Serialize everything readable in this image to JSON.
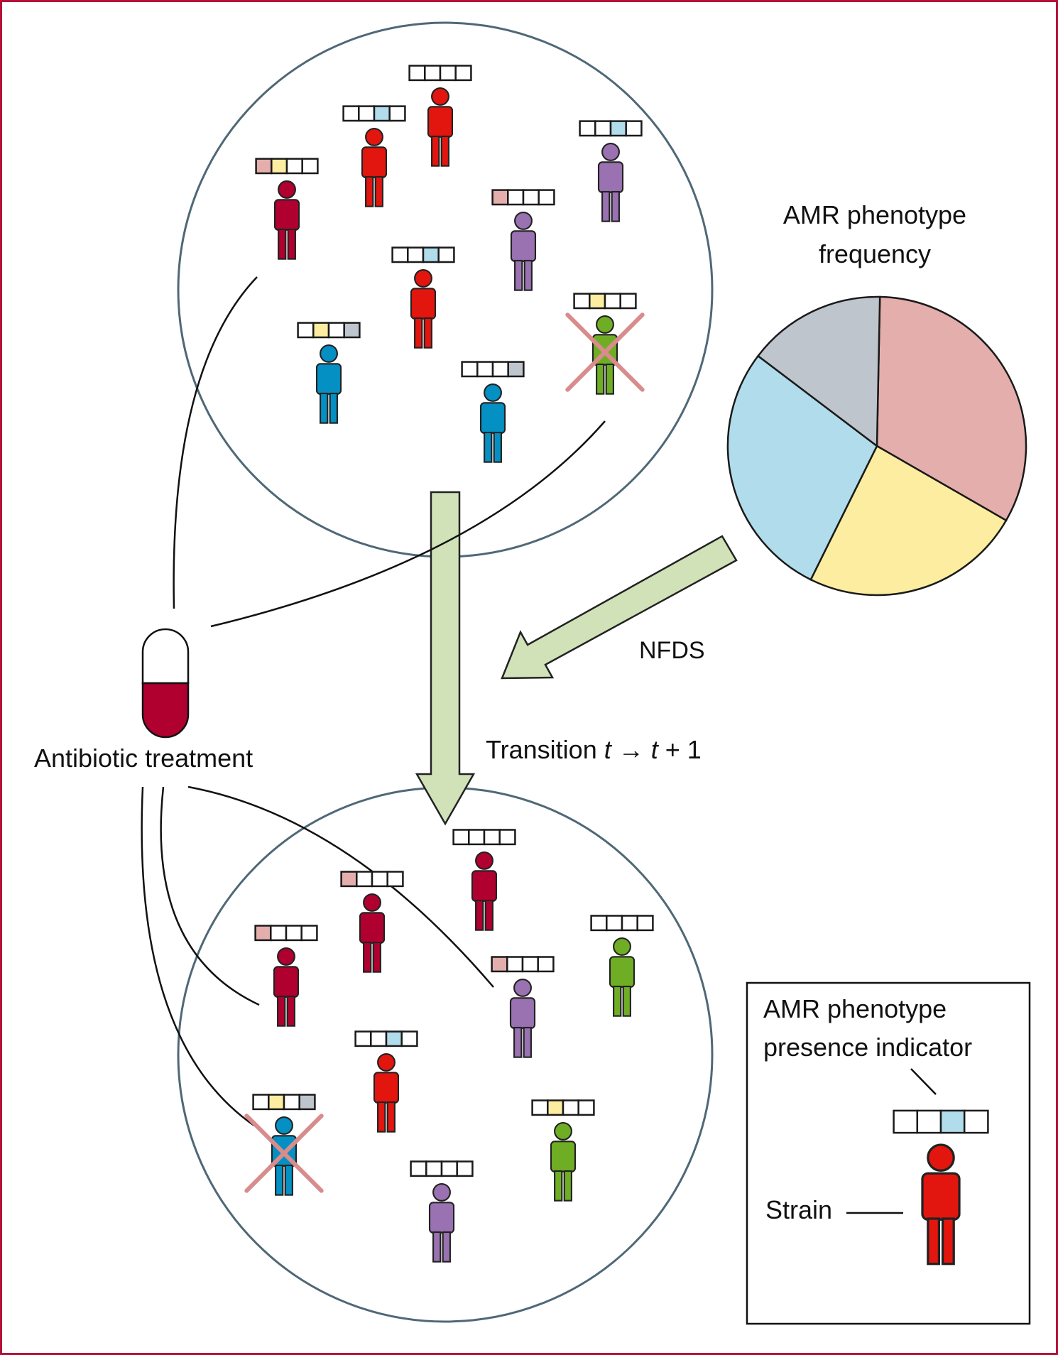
{
  "labels": {
    "pie_title_line1": "AMR phenotype",
    "pie_title_line2": "frequency",
    "nfds": "NFDS",
    "transition_prefix": "Transition ",
    "t": "t",
    "arrow": "→",
    "t_plus_1": " + 1",
    "antibiotic": "Antibiotic treatment",
    "legend_line1": "AMR phenotype",
    "legend_line2": "presence indicator",
    "legend_strain": "Strain"
  },
  "colors": {
    "frame": "#b5103a",
    "population_circle": "#4f6877",
    "flow_arrow_fill": "#d1e2b9",
    "flow_arrow_stroke": "#222222",
    "slot_empty": "#ffffff",
    "phenotype_1": "#e3aeac",
    "phenotype_2": "#fdeda0",
    "phenotype_3": "#b0dcec",
    "phenotype_4": "#bfc5cc",
    "strain_crimson": "#b0002f",
    "strain_red": "#e2160f",
    "strain_purple": "#9a71b1",
    "strain_blue": "#0490c3",
    "strain_green": "#6fae24",
    "cross": "#d98c8c",
    "pill_fill": "#b0002f"
  },
  "pie": {
    "slices": [
      {
        "name": "phenotype_1",
        "value": 0.33
      },
      {
        "name": "phenotype_2",
        "value": 0.24
      },
      {
        "name": "phenotype_3",
        "value": 0.28
      },
      {
        "name": "phenotype_4",
        "value": 0.15
      }
    ]
  },
  "strains": {
    "before": [
      {
        "color": "crimson",
        "slots": [
          1,
          1,
          0,
          0
        ],
        "killed": false
      },
      {
        "color": "red",
        "slots": [
          0,
          0,
          1,
          0
        ],
        "killed": false
      },
      {
        "color": "red",
        "slots": [
          0,
          0,
          0,
          0
        ],
        "killed": false
      },
      {
        "color": "purple",
        "slots": [
          0,
          0,
          1,
          0
        ],
        "killed": false
      },
      {
        "color": "purple",
        "slots": [
          1,
          0,
          0,
          0
        ],
        "killed": false
      },
      {
        "color": "red",
        "slots": [
          0,
          0,
          1,
          0
        ],
        "killed": false
      },
      {
        "color": "blue",
        "slots": [
          0,
          1,
          0,
          1
        ],
        "killed": false
      },
      {
        "color": "blue",
        "slots": [
          0,
          0,
          0,
          1
        ],
        "killed": false
      },
      {
        "color": "green",
        "slots": [
          0,
          1,
          0,
          0
        ],
        "killed": true
      }
    ],
    "after": [
      {
        "color": "crimson",
        "slots": [
          0,
          0,
          0,
          0
        ],
        "killed": false
      },
      {
        "color": "crimson",
        "slots": [
          1,
          0,
          0,
          0
        ],
        "killed": false
      },
      {
        "color": "crimson",
        "slots": [
          1,
          0,
          0,
          0
        ],
        "killed": false
      },
      {
        "color": "green",
        "slots": [
          0,
          0,
          0,
          0
        ],
        "killed": false
      },
      {
        "color": "purple",
        "slots": [
          1,
          0,
          0,
          0
        ],
        "killed": false
      },
      {
        "color": "red",
        "slots": [
          0,
          0,
          1,
          0
        ],
        "killed": false
      },
      {
        "color": "blue",
        "slots": [
          0,
          1,
          0,
          1
        ],
        "killed": true
      },
      {
        "color": "green",
        "slots": [
          0,
          1,
          0,
          0
        ],
        "killed": false
      },
      {
        "color": "purple",
        "slots": [
          0,
          0,
          0,
          0
        ],
        "killed": false
      }
    ],
    "legend": {
      "color": "red",
      "slots": [
        0,
        0,
        1,
        0
      ],
      "killed": false
    }
  }
}
